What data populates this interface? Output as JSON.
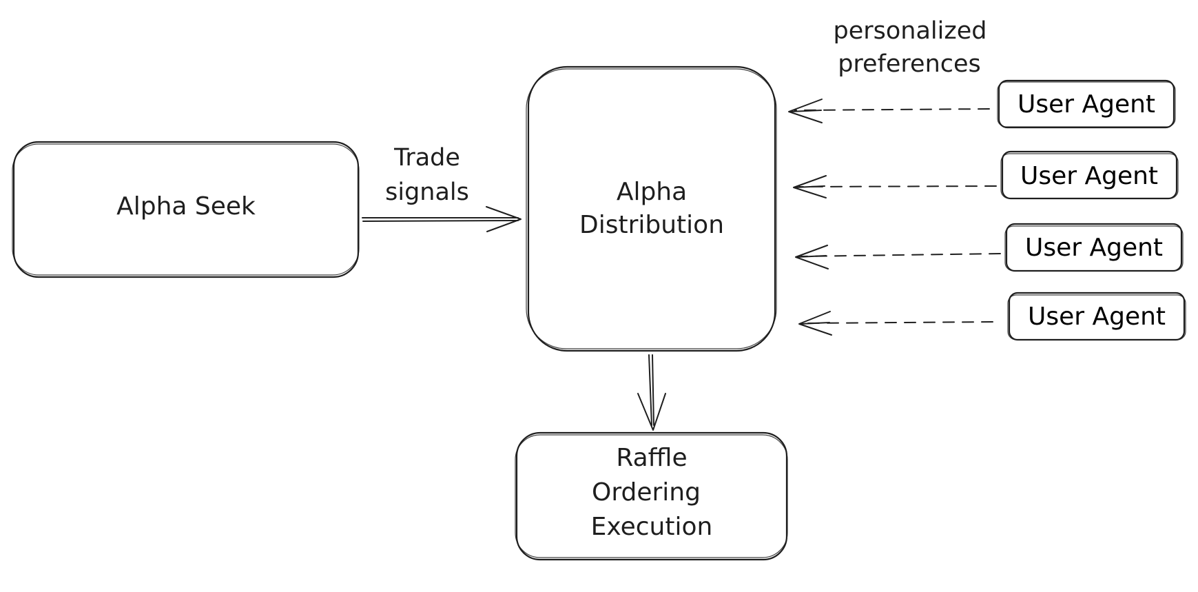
{
  "diagram": {
    "nodes": {
      "alpha_seek": {
        "lines": [
          "Alpha Seek"
        ]
      },
      "alpha_distribution": {
        "lines": [
          "Alpha",
          "Distribution"
        ]
      },
      "raffle": {
        "lines": [
          "Raffle",
          "Ordering",
          "Execution"
        ]
      },
      "user_agents": [
        {
          "label": "User Agent"
        },
        {
          "label": "User Agent"
        },
        {
          "label": "User Agent"
        },
        {
          "label": "User Agent"
        }
      ]
    },
    "edges": {
      "trade_signals": {
        "lines": [
          "Trade",
          "signals"
        ]
      },
      "personalized_preferences": {
        "lines": [
          "personalized",
          "preferences"
        ]
      }
    },
    "colors": {
      "stroke": "#1e1e1e",
      "background": "#ffffff"
    }
  }
}
